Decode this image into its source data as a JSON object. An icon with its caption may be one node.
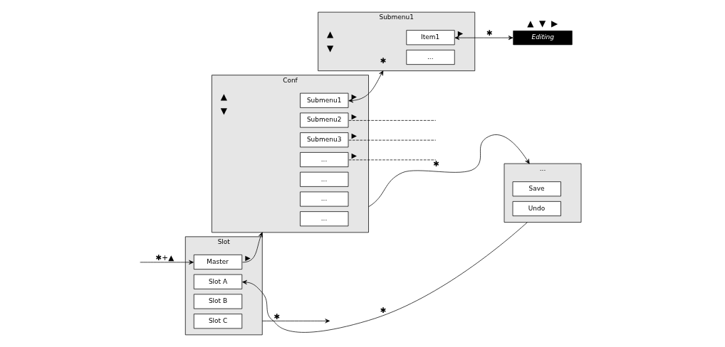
{
  "diagram": {
    "nodes": [
      {
        "text": [
          "Slot"
        ]
      },
      {
        "text": [
          "Master"
        ],
        "in": 0,
        "beside": [
          "▶"
        ]
      },
      {
        "text": [
          "Slot A"
        ],
        "in": 0
      },
      {
        "text": [
          "Slot B"
        ],
        "in": 0
      },
      {
        "text": [
          "Slot C"
        ],
        "in": 0
      },
      {
        "text": [
          "Conf"
        ],
        "beside": [
          "▲",
          "▼"
        ]
      },
      {
        "text": [
          "Submenu1"
        ],
        "in": 5,
        "beside": [
          "▶"
        ]
      },
      {
        "text": [
          "Submenu2"
        ],
        "in": 5,
        "beside": [
          "▶"
        ]
      },
      {
        "text": [
          "Submenu3"
        ],
        "in": 5,
        "beside": [
          "▶"
        ]
      },
      {
        "text": [
          "..."
        ],
        "in": 5,
        "beside": [
          "▶"
        ]
      },
      {
        "text": [
          "..."
        ],
        "in": 5
      },
      {
        "text": [
          "..."
        ],
        "in": 5
      },
      {
        "text": [
          "..."
        ],
        "in": 5
      },
      {
        "text": [
          "Submenu1"
        ],
        "beside": [
          "▲",
          "▼"
        ]
      },
      {
        "text": [
          "Item1"
        ],
        "in": 13,
        "beside": [
          "▶"
        ]
      },
      {
        "text": [
          "..."
        ],
        "in": 13
      },
      {
        "text": [
          "Editing"
        ],
        "beside": [
          "▲",
          "▼",
          "▶"
        ]
      },
      {
        "text": [
          "..."
        ]
      },
      {
        "text": [
          "Save"
        ],
        "in": 17
      },
      {
        "text": [
          "Undo"
        ],
        "in": 17
      }
    ],
    "edges": [
      {
        "from": null,
        "to": 1,
        "arrow": "to",
        "label": "✱+▲"
      },
      {
        "from": 0,
        "to": null,
        "arrow": "to",
        "label": "✱"
      },
      {
        "from": 1,
        "to": 5,
        "arrow": "to"
      },
      {
        "from": 6,
        "to": 13,
        "arrow": "both",
        "label": "✱"
      },
      {
        "from": 7,
        "to": null,
        "arrow": "none",
        "style": "dashed"
      },
      {
        "from": 8,
        "to": null,
        "arrow": "none",
        "style": "dashed"
      },
      {
        "from": 9,
        "to": null,
        "arrow": "none",
        "style": "dashed"
      },
      {
        "from": 14,
        "to": 16,
        "arrow": "both",
        "label": "✱"
      },
      {
        "from": 5,
        "to": 17,
        "arrow": "to",
        "label": "✱"
      },
      {
        "from": 17,
        "to": 2,
        "arrow": "to",
        "label": "✱"
      }
    ]
  }
}
